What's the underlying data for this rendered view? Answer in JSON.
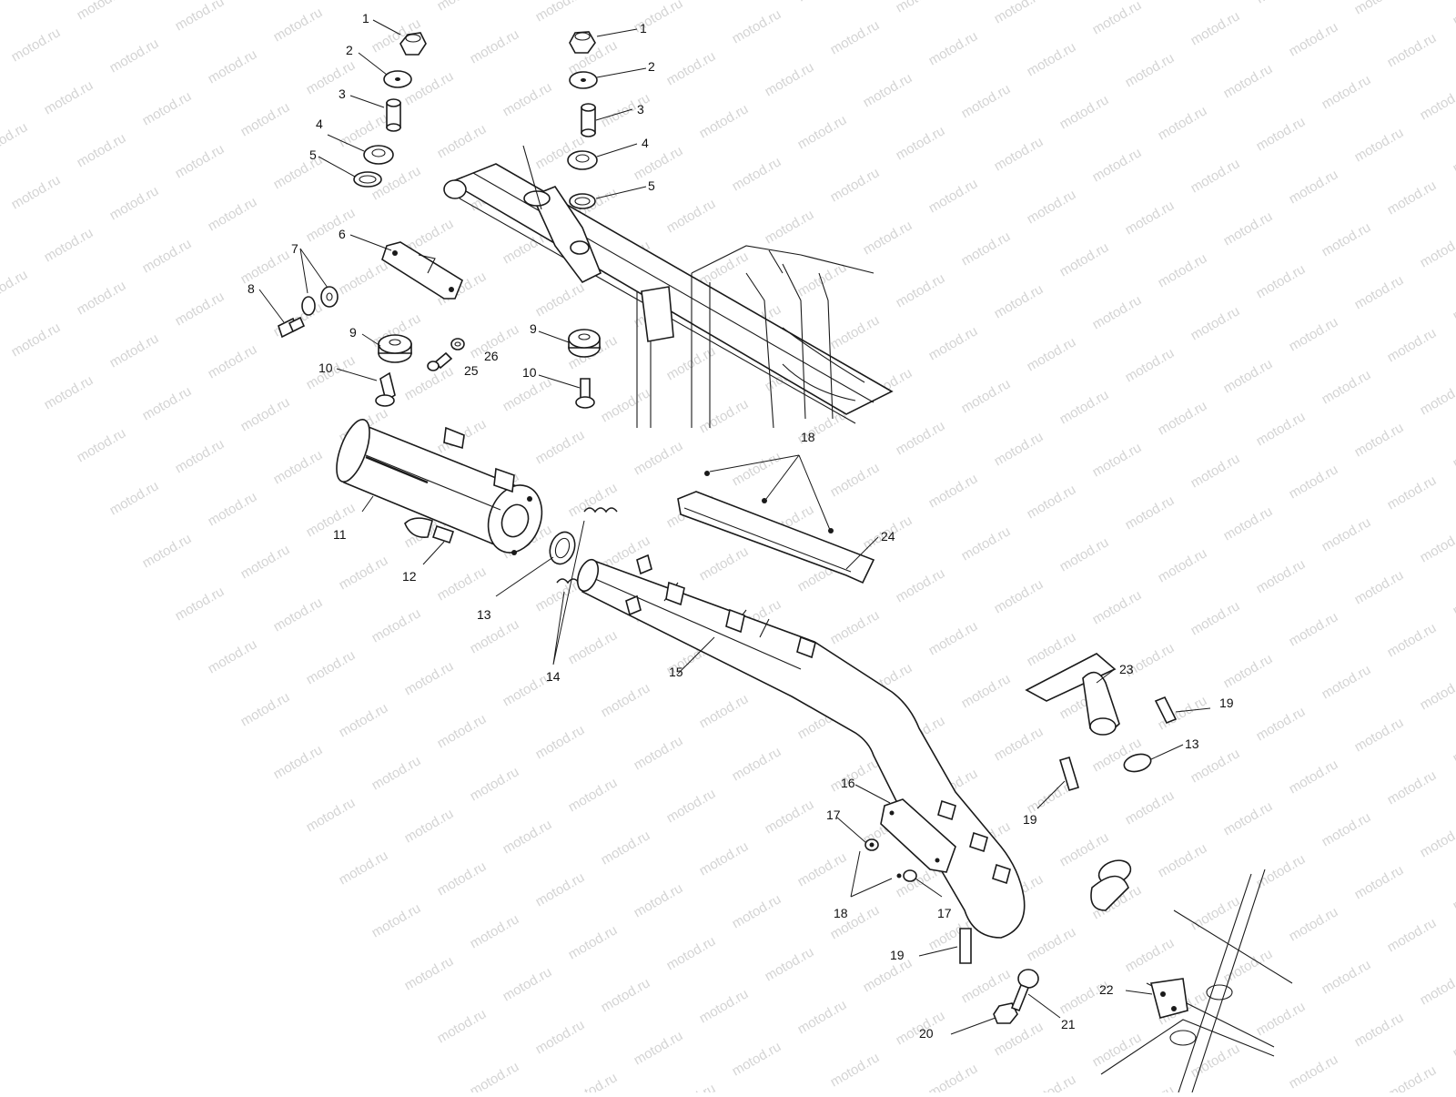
{
  "watermark": "motod.ru",
  "callouts": {
    "nut": "1",
    "washer": "2",
    "spacer": "3",
    "grommet": "4",
    "ring": "5",
    "bracket": "6",
    "washers": "7",
    "bolt": "8",
    "isolator": "9",
    "stud": "10",
    "muffler": "11",
    "mount_tab": "12",
    "gasket": "13",
    "springs": "14",
    "pipe": "15",
    "shield": "16",
    "shield_washer": "17",
    "screws": "18",
    "spring": "19",
    "flange_nut": "20",
    "cushion": "21",
    "engine_mount": "22",
    "manifold": "23",
    "heat_shield": "24",
    "small_bolt": "25",
    "small_washer": "26"
  }
}
